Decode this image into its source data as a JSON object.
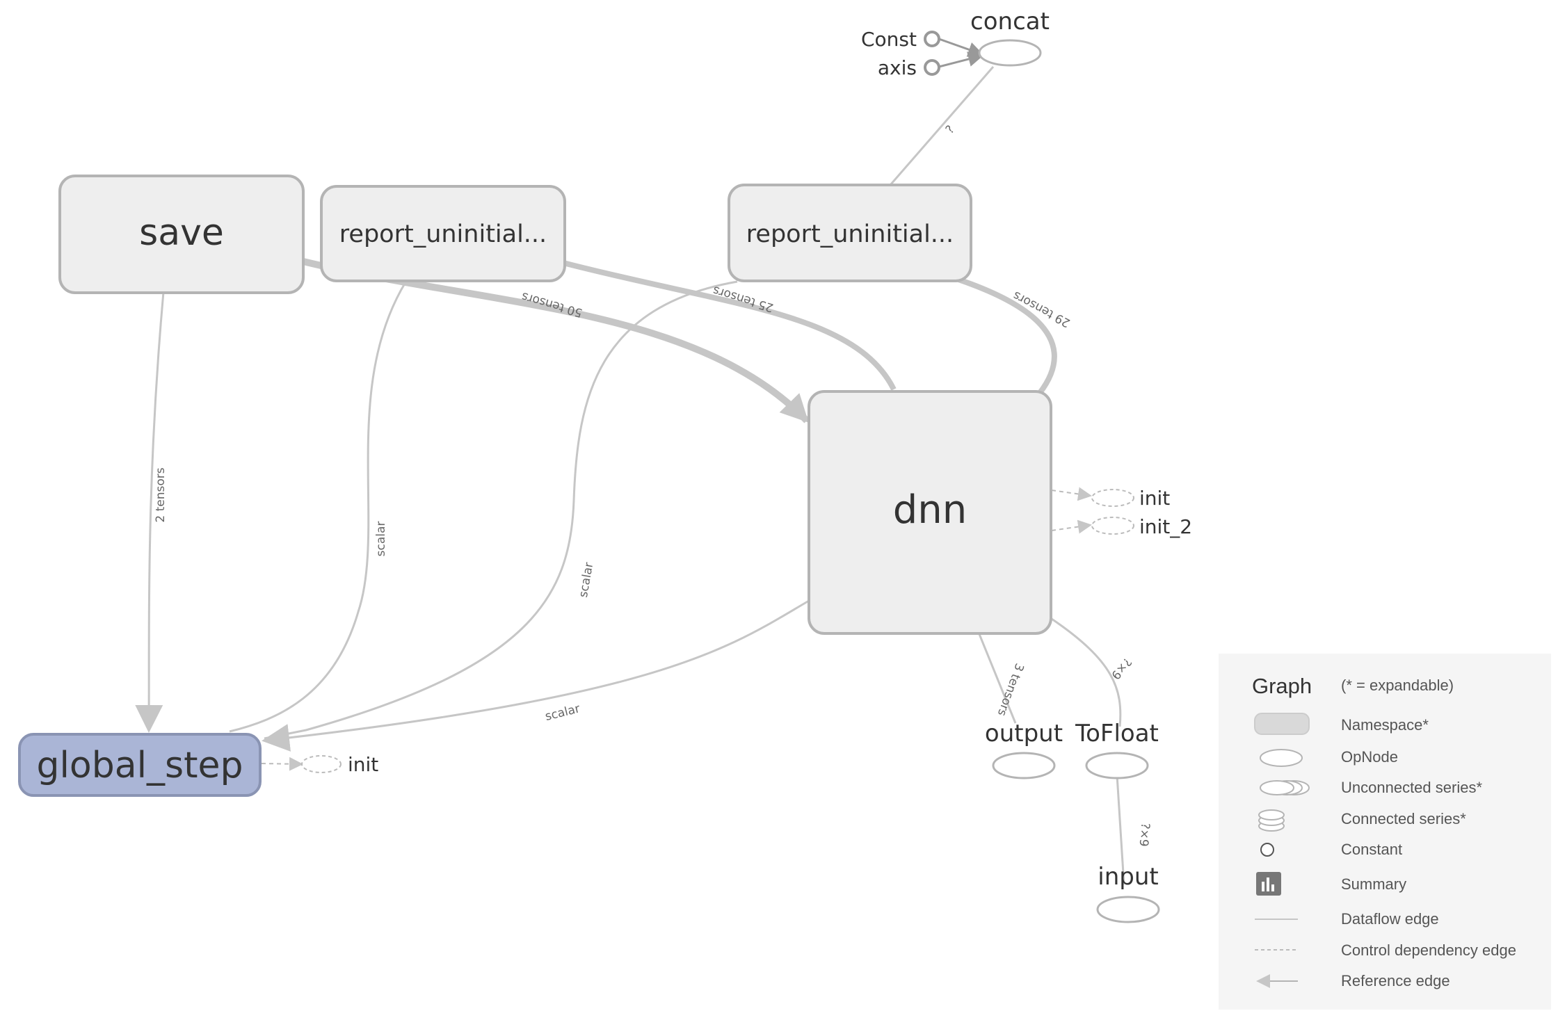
{
  "nodes": {
    "save": "save",
    "report_uninitialized_1": "report_uninitial...",
    "report_uninitialized_2": "report_uninitial...",
    "dnn": "dnn",
    "global_step": "global_step",
    "concat": "concat",
    "const": "Const",
    "axis": "axis",
    "init_dnn": "init",
    "init_2_dnn": "init_2",
    "init_global_step": "init",
    "output": "output",
    "tofloat": "ToFloat",
    "input": "input"
  },
  "edges": {
    "save_to_dnn": "50 tensors",
    "report1_to_dnn": "25 tensors",
    "report2_to_dnn": "29 tensors",
    "concat_to_report2": "?",
    "save_to_global_step": "2 tensors",
    "report1_to_global_step": "scalar",
    "report2_to_global_step": "scalar",
    "dnn_to_global_step": "scalar",
    "dnn_to_output": "3 tensors",
    "dnn_to_tofloat": "?×9",
    "input_to_tofloat": "?×9"
  },
  "legend": {
    "title": "Graph",
    "subtitle": "(* = expandable)",
    "namespace": "Namespace*",
    "opnode": "OpNode",
    "unconnected": "Unconnected series*",
    "connected": "Connected series*",
    "constant": "Constant",
    "summary": "Summary",
    "dataflow": "Dataflow edge",
    "control": "Control dependency edge",
    "reference": "Reference edge"
  },
  "colors": {
    "namespace_fill": "#eeeeee",
    "namespace_stroke": "#b4b4b4",
    "highlight_fill": "#aab5d6",
    "highlight_stroke": "#8a94b3",
    "edge": "#c6c6c6",
    "legend_bg": "#f5f5f5"
  }
}
